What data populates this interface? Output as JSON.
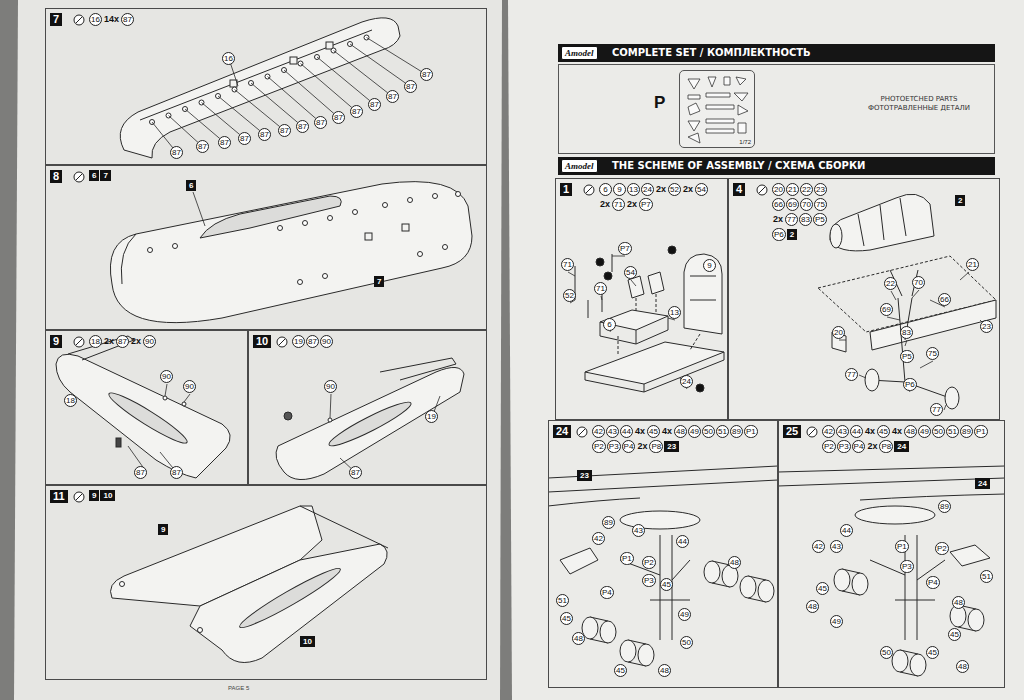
{
  "diagram": {
    "nodes": [
      {
        "text": [
          "7"
        ]
      },
      {
        "text": [
          "8"
        ]
      },
      {
        "text": [
          "9"
        ]
      },
      {
        "text": [
          "10"
        ]
      },
      {
        "text": [
          "11"
        ]
      },
      {
        "text": [
          "COMPLETE SET / КОМПЛЕКТНОСТЬ"
        ]
      },
      {
        "text": [
          "P",
          "PHOTOETCHED PARTS ФОТОТРАВЛЕННЫЕ ДЕТАЛИ"
        ]
      },
      {
        "text": [
          "1/72"
        ],
        "in": 6
      },
      {
        "text": [
          "THE SCHEME OF ASSEMBLY / СХЕМА СБОРКИ"
        ]
      },
      {
        "text": [
          "1"
        ]
      },
      {
        "text": [
          "4"
        ]
      },
      {
        "text": [
          "24"
        ]
      },
      {
        "text": [
          "25"
        ]
      }
    ],
    "labels": [
      "16",
      "14x",
      "87",
      "16",
      "87",
      "87",
      "87",
      "87",
      "87",
      "87",
      "87",
      "87",
      "87",
      "87",
      "87",
      "87",
      "87",
      "87",
      "6",
      "7",
      "6",
      "7",
      "18",
      "2x",
      "87",
      "2x",
      "90",
      "18",
      "90",
      "90",
      "87",
      "87",
      "19",
      "87",
      "90",
      "90",
      "19",
      "87",
      "9",
      "10",
      "9",
      "10",
      "PAGE 5",
      "Amodel",
      "Amodel",
      "6",
      "9",
      "13",
      "24",
      "2x",
      "52",
      "2x",
      "54",
      "2x",
      "71",
      "2x",
      "P7",
      "P7",
      "71",
      "54",
      "52",
      "71",
      "9",
      "6",
      "13",
      "24",
      "20",
      "21",
      "22",
      "23",
      "66",
      "69",
      "70",
      "75",
      "2x",
      "77",
      "83",
      "P5",
      "P6",
      "2",
      "2",
      "21",
      "22",
      "70",
      "66",
      "69",
      "83",
      "20",
      "23",
      "P5",
      "75",
      "P6",
      "77",
      "77",
      "42",
      "43",
      "44",
      "4x",
      "45",
      "4x",
      "48",
      "49",
      "50",
      "51",
      "89",
      "P1",
      "P2",
      "P3",
      "P4",
      "2x",
      "P8",
      "23",
      "23",
      "89",
      "42",
      "43",
      "44",
      "P1",
      "P2",
      "P3",
      "P4",
      "51",
      "45",
      "48",
      "49",
      "45",
      "48",
      "50",
      "45",
      "48",
      "42",
      "43",
      "44",
      "4x",
      "45",
      "4x",
      "48",
      "49",
      "50",
      "51",
      "89",
      "P1",
      "P2",
      "P3",
      "P4",
      "2x",
      "P8",
      "24",
      "24",
      "89",
      "42",
      "43",
      "44",
      "P1",
      "P2",
      "P3",
      "P4",
      "45",
      "48",
      "51",
      "48",
      "45",
      "49",
      "50",
      "45",
      "48"
    ]
  }
}
